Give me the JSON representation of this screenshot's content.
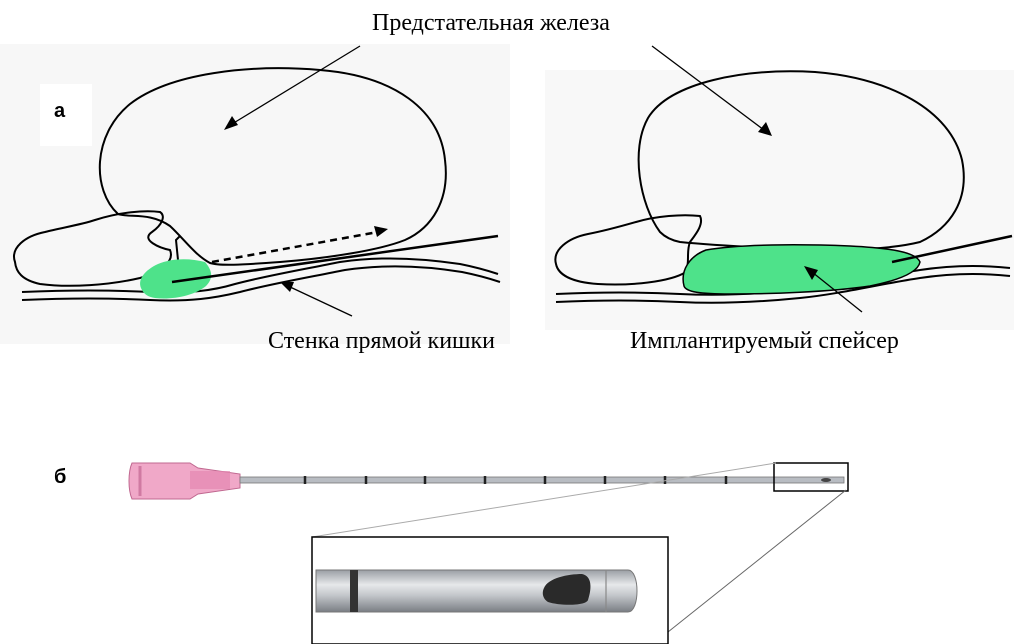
{
  "labels": {
    "prostate": "Предстательная железа",
    "rectal_wall": "Стенка прямой кишки",
    "implanted_spacer": "Имплантируемый спейсер"
  },
  "panels": {
    "a": "а",
    "b": "б"
  },
  "colors": {
    "spacer_green": "#4ee28a",
    "needle_hub_pink": "#f0a8c8",
    "needle_steel": "#b8bcc2",
    "line": "#000000"
  },
  "icons": {
    "needle": "needle-icon",
    "magnifier_box": "zoom-inset-icon"
  }
}
